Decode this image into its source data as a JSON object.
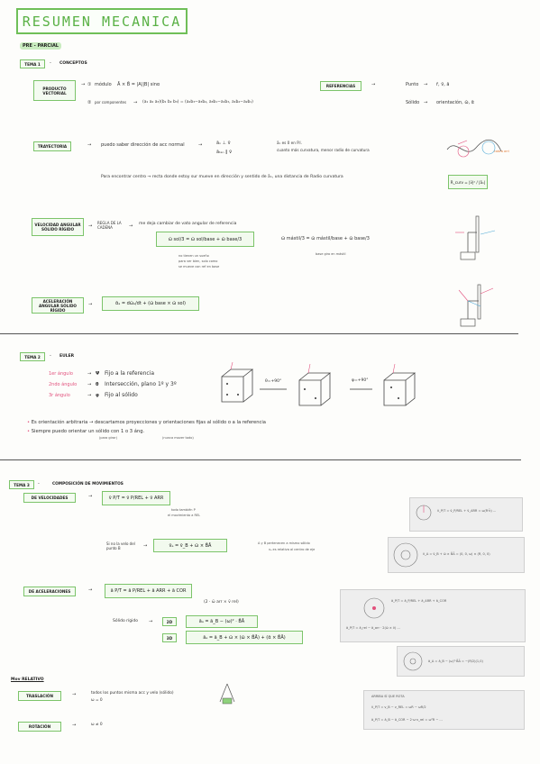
{
  "title": "RESUMEN MECANICA",
  "pre_parcial": "PRE - PARCIAL",
  "tema1": {
    "label": "TEMA 1",
    "dash": "-",
    "subtitle": "CONCEPTOS",
    "producto_vectorial": "PRODUCTO VECTORIAL",
    "pv_line1_num": "①",
    "pv_line1_word": "módulo",
    "pv_line1_formula": "Ā × B̄ = |A||B| sinα",
    "pv_line2_num": "②",
    "pv_line2_word": "por componentes",
    "pv_line2_formula": "(a₁ a₂ a₃)(b₁ b₂ b₃) = (a₂b₃−a₃b₂, a₃b₁−a₁b₃, a₁b₂−a₂b₁)",
    "referencias": "REFERENCIAS",
    "ref_punto": "Punto",
    "ref_punto_val": "r̄, v̄, ā",
    "ref_solido": "Sólido",
    "ref_solido_val": "orientación, ω̄, ᾱ",
    "trayectoria": "TRAYECTORIA",
    "tray_text": "puedo saber dirección de acc normal",
    "tray_f1": "āₙ ⊥ v̄",
    "tray_f2": "āₜₐₙ ∥ v̄",
    "tray_r1": "āₙ es 0 en P.I.",
    "tray_r2": "cuanto más curvatura, menor radio de curvatura",
    "tray_line": "Para encontrar centro → recta donde estoy sur mueve en dirección y sentido de āₙ, una distancia de Radio curvatura",
    "radio": "R_curv = |v̄|² / |āₙ|",
    "sketch_label": "cabra arri",
    "vel_angular": "VELOCIDAD ANGULAR SÓLIDO RÍGIDO",
    "vel_regla": "REGLA DE LA CADENA",
    "vel_text": "me deja cambiar de vato angular de referencia",
    "vel_formula": "ω̄ sol/3 = ω̄ sol/base + ω̄ base/3",
    "vel_note1": "no tienen un sueño",
    "vel_note2": "para ver bien, solo como",
    "vel_note3": "se mueve con ref en base",
    "vel_formula2": "ω̄ mástil/3 = ω̄ mástil/base + ω̄ base/3",
    "vel_note4": "base giro en mástil",
    "acel_angular": "ACELERACIÓN ANGULAR SÓLIDO RÍGIDO",
    "acel_formula": "ᾱₐ = dω̄ₐ/dt + (ω̄ base × ω̄ sol)"
  },
  "tema2": {
    "label": "TEMA 2",
    "dash": "-",
    "subtitle": "EULER",
    "ang1": "1er ángulo",
    "ang2": "2ndo ángulo",
    "ang3": "3r ángulo",
    "desc1": "Fijo a la referencia",
    "desc2": "Intersección, plano 1º y 3º",
    "desc3": "Fijo al sólido",
    "sym1": "Ψ",
    "sym2": "θ",
    "sym3": "φ",
    "rot1": "θ=+90°",
    "rot2": "φ=+90°",
    "bullet1": "Es orientación arbitraria → descartamos proyecciones y orientaciones fijas al sólido o a la referencia",
    "bullet2": "Siempre puedo orientar un sólido con 1 o 3 áng.",
    "bullet2_note": "(para girar)",
    "bullet2_note2": "(nunca mover todo)"
  },
  "tema3": {
    "label": "TEMA 3",
    "dash": "-",
    "subtitle": "COMPOSICIÓN DE MOVIMIENTOS",
    "de_velocidades": "DE VELOCIDADES",
    "vel_formula": "v̄ P/T = v̄ P/REL + v̄ ARR",
    "vel_note1": "todo también P",
    "vel_note2": "el movimiento a REL",
    "si_no_la_velo": "Si no la velo del punto B",
    "vel_formula2": "v̄ₐ = v̄_B + ω̄ × B̄Ā",
    "vel_note3": "A y B pertenecen a mismo sólido",
    "vel_note4": "vₐ es relativa al centro de eje",
    "de_aceleraciones": "DE ACELERACIONES",
    "acel_formula": "ā P/T = ā P/REL + ā ARR + ā COR",
    "coriolis": "(2 · ω̄ arr × v̄ rel)",
    "solido_rigido": "Sólido rígido",
    "d2": "2D",
    "d3": "3D",
    "f2d": "āₐ = ā_B − (ω)² · B̄Ā",
    "f3d": "āₐ = ā_B + ω̄ × (ω̄ × B̄Ā) + (ᾱ × B̄Ā)",
    "mov_relativo": "Mov RELATIVO",
    "traslacion": "TRASLACIÓN",
    "tras_text1": "todos los puntos misma acc y velo (sólido)",
    "tras_text2": "ω = 0",
    "rotacion": "ROTACIÓN",
    "rot_text": "ω ≠ 0",
    "g1_text": "v̄_P/T = v̄_P/REL + v̄_ARR = ω(R·k̄) ...",
    "g2_text": "v̄_A = v̄_B + ω̄ × B̄Ā = (0, 0, ω) × (R, 0, 0)",
    "g3_text": "ā_P/T = ā_P/REL + ā_ARR + ā_COR",
    "g3_text2": "ā_P/T = ā_rel − ā_arr · 2(ω̄ × v̄) ...",
    "g4_text": "ā_A = ā_B − (ω)²·B̄Ā = −(R/2)(1,0)",
    "g5_text": "ARRIBA SÍ QUE ROTA",
    "g5_text2": "v̄_P/T = v_B − v_REL = ωR − ωR/2",
    "g5_text3": "ā_P/T = ā_B − ā_COR − 2·ω·v_rel = ω²R − ..."
  }
}
